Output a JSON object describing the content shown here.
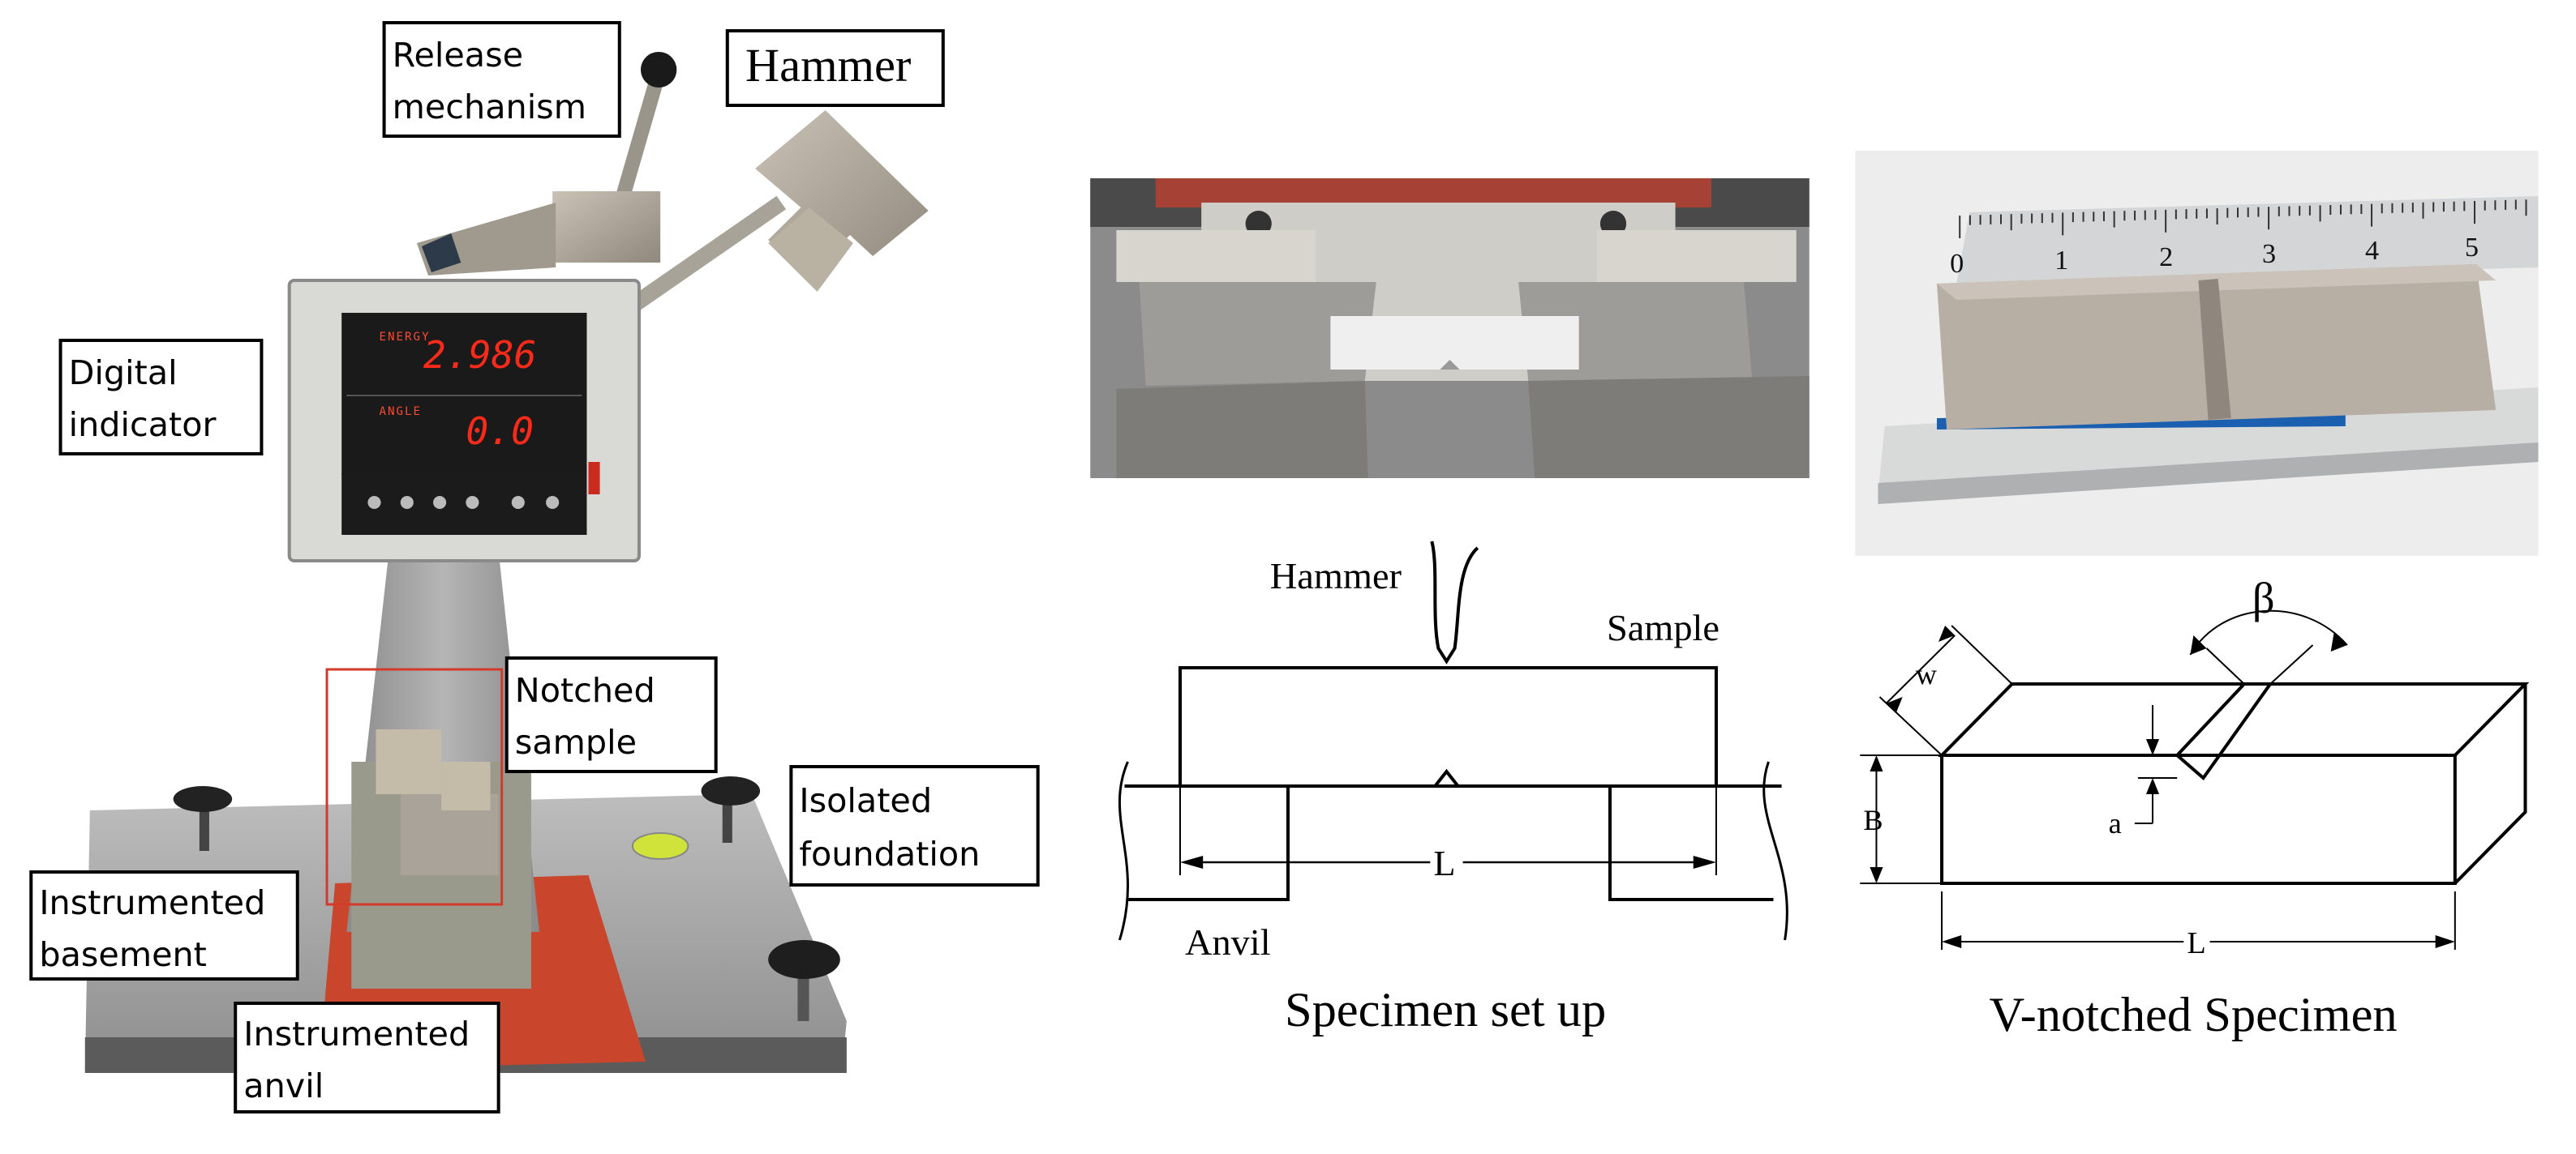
{
  "machine": {
    "labels": {
      "release": "Release\nmechanism",
      "hammer": "Hammer",
      "digital": "Digital\nindicator",
      "notched": "Notched\nsample",
      "isolated": "Isolated\nfoundation",
      "basement": "Instrumented\nbasement",
      "anvil": "Instrumented\nanvil"
    },
    "display": {
      "energy_label": "ENERGY",
      "energy_value": "2.986",
      "angle_label": "ANGLE",
      "angle_value": "0.0"
    }
  },
  "ruler_ticks": [
    "0",
    "1",
    "2",
    "3",
    "4",
    "5"
  ],
  "setup": {
    "hammer": "Hammer",
    "sample": "Sample",
    "anvil": "Anvil",
    "length": "L",
    "caption": "Specimen set up"
  },
  "specimen": {
    "beta": "β",
    "w": "w",
    "b": "B",
    "a": "a",
    "length": "L",
    "caption": "V-notched Specimen"
  },
  "colors": {
    "display_red": "#ff2a1a",
    "base_red": "#c9452b",
    "frame": "#000000"
  }
}
